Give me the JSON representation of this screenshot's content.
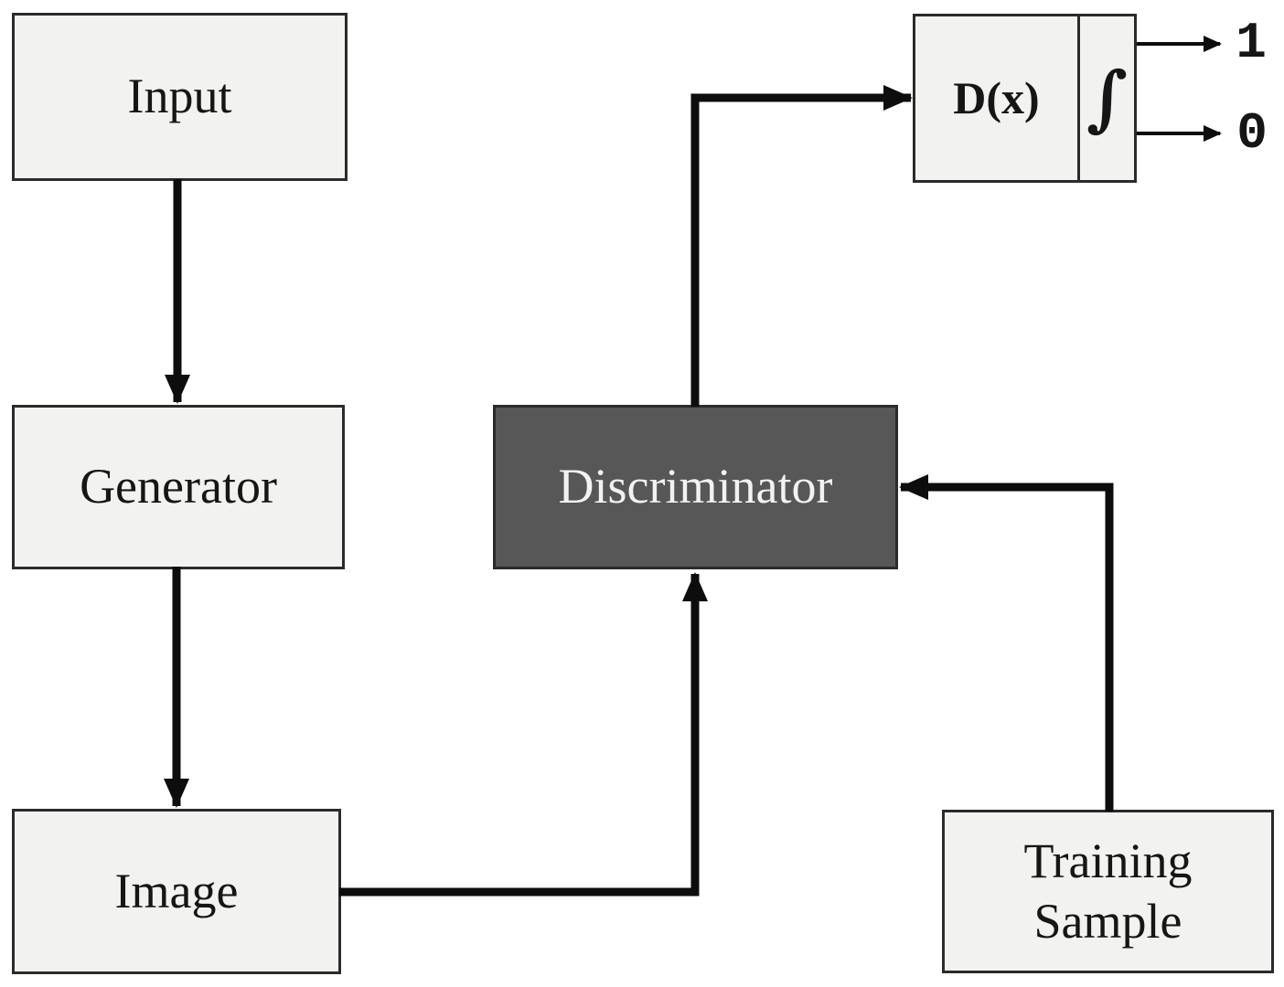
{
  "nodes": {
    "input": {
      "label": "Input"
    },
    "generator": {
      "label": "Generator"
    },
    "image": {
      "label": "Image"
    },
    "discriminator": {
      "label": "Discriminator"
    },
    "dx": {
      "label": "D(x)",
      "integral_symbol": "∫"
    },
    "training_sample": {
      "label": "Training Sample"
    }
  },
  "outputs": {
    "real_label": "1",
    "fake_label": "0"
  },
  "colors": {
    "background": "#ffffff",
    "node_fill": "#f2f2f0",
    "node_border": "#2b2b2b",
    "discriminator_fill": "#575757",
    "discriminator_text": "#f2f2f2",
    "wire": "#0d0d0d",
    "label_text": "#161616"
  }
}
